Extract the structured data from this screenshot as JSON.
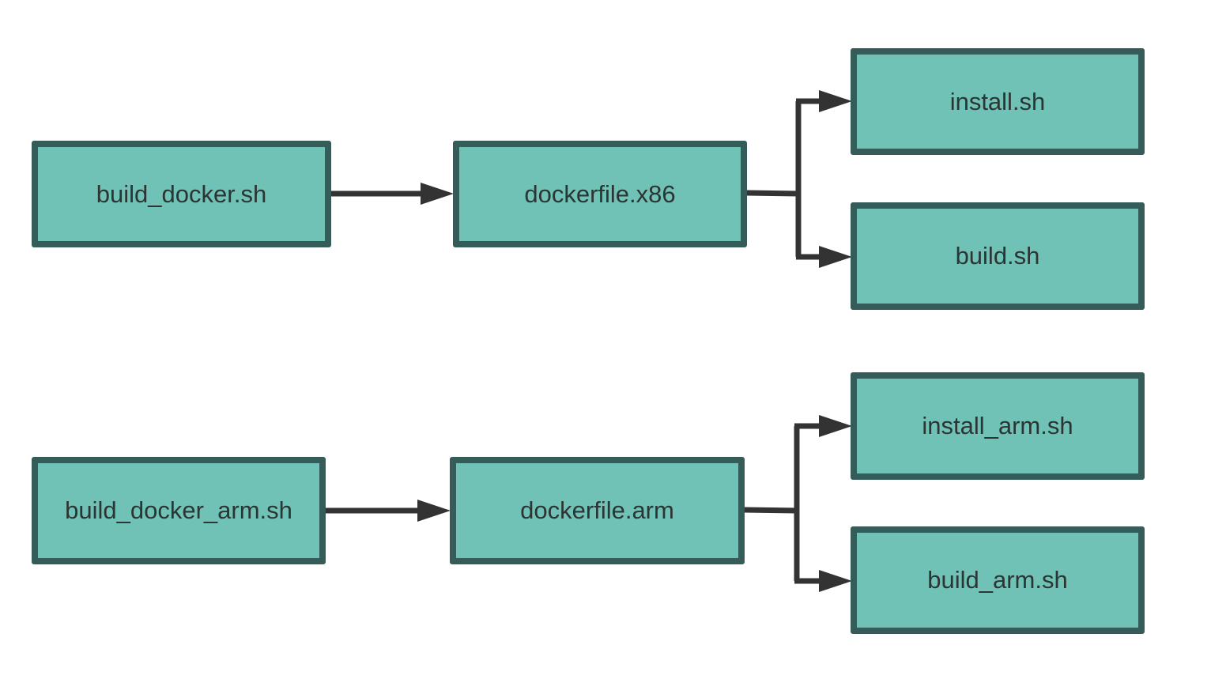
{
  "colors": {
    "node_fill": "#70c1b6",
    "node_border": "#355c58",
    "edge": "#333333",
    "text": "#2b3533",
    "background": "#ffffff"
  },
  "nodes": {
    "build_docker": {
      "label": "build_docker.sh"
    },
    "dockerfile_x86": {
      "label": "dockerfile.x86"
    },
    "install": {
      "label": "install.sh"
    },
    "build": {
      "label": "build.sh"
    },
    "build_docker_arm": {
      "label": "build_docker_arm.sh"
    },
    "dockerfile_arm": {
      "label": "dockerfile.arm"
    },
    "install_arm": {
      "label": "install_arm.sh"
    },
    "build_arm": {
      "label": "build_arm.sh"
    }
  },
  "edges": [
    {
      "from": "build_docker",
      "to": "dockerfile_x86"
    },
    {
      "from": "dockerfile_x86",
      "to": "install"
    },
    {
      "from": "dockerfile_x86",
      "to": "build"
    },
    {
      "from": "build_docker_arm",
      "to": "dockerfile_arm"
    },
    {
      "from": "dockerfile_arm",
      "to": "install_arm"
    },
    {
      "from": "dockerfile_arm",
      "to": "build_arm"
    }
  ]
}
